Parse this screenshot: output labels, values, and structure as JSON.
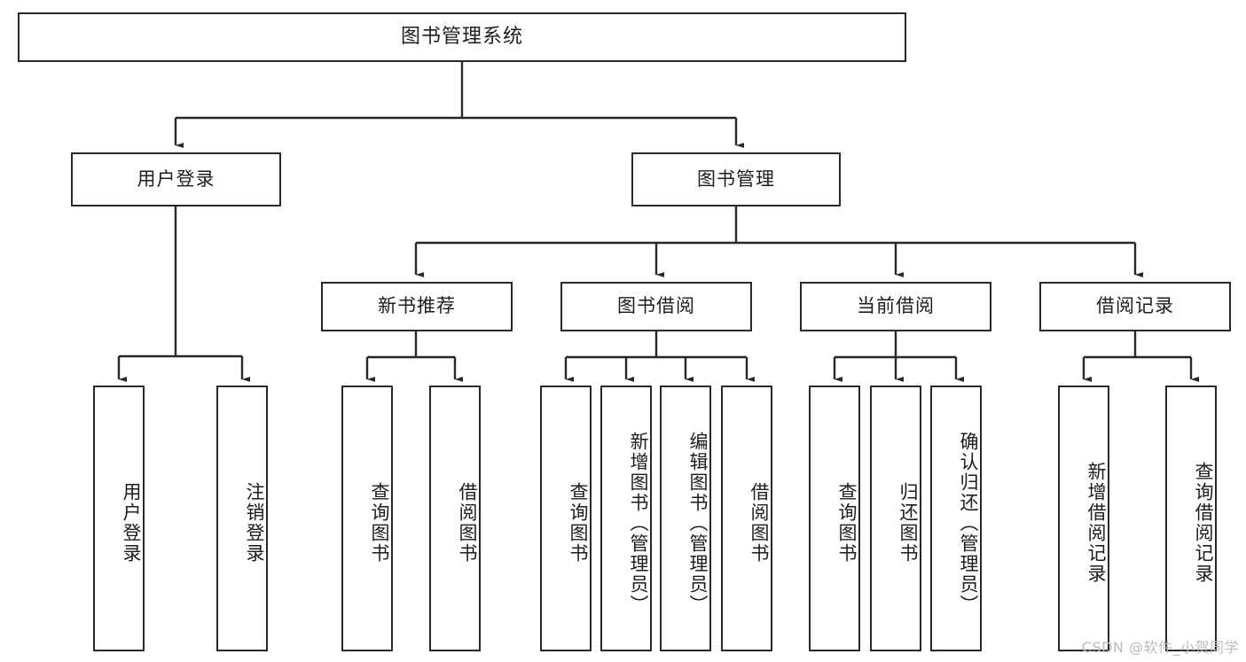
{
  "diagram": {
    "title": "图书管理系统",
    "root": {
      "label": "图书管理系统"
    },
    "level1": [
      {
        "label": "用户登录"
      },
      {
        "label": "图书管理"
      }
    ],
    "level2": [
      {
        "label": "新书推荐"
      },
      {
        "label": "图书借阅"
      },
      {
        "label": "当前借阅"
      },
      {
        "label": "借阅记录"
      }
    ],
    "leaves": {
      "user_login": [
        {
          "label": "用户登录"
        },
        {
          "label": "注销登录"
        }
      ],
      "new_book_recommend": [
        {
          "label": "查询图书"
        },
        {
          "label": "借阅图书"
        }
      ],
      "book_borrow": [
        {
          "label": "查询图书"
        },
        {
          "label": "新增图书（管理员）"
        },
        {
          "label": "编辑图书（管理员）"
        },
        {
          "label": "借阅图书"
        }
      ],
      "current_borrow": [
        {
          "label": "查询图书"
        },
        {
          "label": "归还图书"
        },
        {
          "label": "确认归还（管理员）"
        }
      ],
      "borrow_record": [
        {
          "label": "新增借阅记录"
        },
        {
          "label": "查询借阅记录"
        }
      ]
    }
  },
  "watermark": {
    "text": "CSDN @软件_小贺同学"
  },
  "colors": {
    "stroke": "#26282b",
    "text": "#1b1c1e",
    "background": "#ffffff",
    "watermark": "#b9bbbe"
  }
}
